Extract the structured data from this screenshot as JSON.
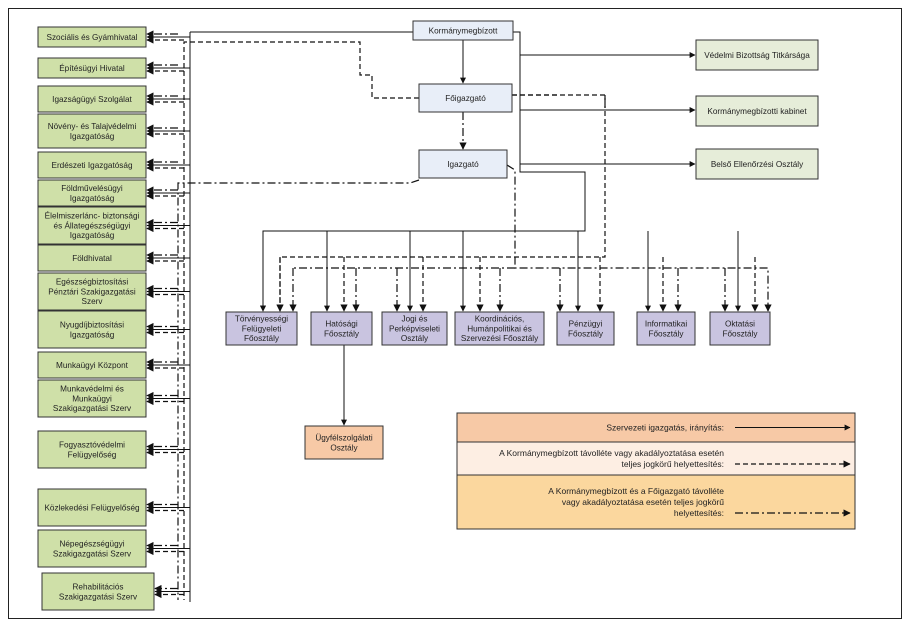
{
  "top": [
    {
      "id": "kormanymegbizott",
      "label": "Kormánymegbízott"
    },
    {
      "id": "foigazgato",
      "label": "Főigazgató"
    },
    {
      "id": "igazgato",
      "label": "Igazgató"
    }
  ],
  "right_units": [
    {
      "id": "vedelmi",
      "label": "Védelmi Bizottság Titkársága"
    },
    {
      "id": "kabinet",
      "label": "Kormánymegbízotti kabinet"
    },
    {
      "id": "ellenorzes",
      "label": "Belső Ellenőrzési Osztály"
    }
  ],
  "left_units": [
    {
      "id": "szocialis",
      "lines": [
        "Szociális és Gyámhivatal"
      ]
    },
    {
      "id": "epitesugyi",
      "lines": [
        "Építésügyi Hivatal"
      ]
    },
    {
      "id": "igazsagugyi",
      "lines": [
        "Igazságügyi Szolgálat"
      ]
    },
    {
      "id": "noveny",
      "lines": [
        "Növény- és Talajvédelmi",
        "Igazgatóság"
      ]
    },
    {
      "id": "erdeszeti",
      "lines": [
        "Erdészeti Igazgatóság"
      ]
    },
    {
      "id": "foldmuvelesugyi",
      "lines": [
        "Földművelésügyi",
        "Igazgatóság"
      ]
    },
    {
      "id": "elelmiszerlanc",
      "lines": [
        "Élelmiszerlánc- biztonsági",
        "és Állategészségügyi",
        "Igazgatóság"
      ]
    },
    {
      "id": "foldhivatal",
      "lines": [
        "Földhivatal"
      ]
    },
    {
      "id": "egeszsegbiztositasi",
      "lines": [
        "Egészségbiztosítási",
        "Pénztári Szakigazgatási",
        "Szerv"
      ]
    },
    {
      "id": "nyugdijbiztositasi",
      "lines": [
        "Nyugdíjbiztosítási",
        "Igazgatóság"
      ]
    },
    {
      "id": "munkaugyi",
      "lines": [
        "Munkaügyi Központ"
      ]
    },
    {
      "id": "munkavedelmi",
      "lines": [
        "Munkavédelmi és",
        "Munkaügyi",
        "Szakigazgatási Szerv"
      ]
    },
    {
      "id": "fogyasztovedelmi",
      "lines": [
        "Fogyasztóvédelmi",
        "Felügyelőség"
      ]
    },
    {
      "id": "kozlekedesi",
      "lines": [
        "Közlekedési Felügyelőség"
      ]
    },
    {
      "id": "nepegeszsegugyi",
      "lines": [
        "Népegészségügyi",
        "Szakigazgatási Szerv"
      ]
    },
    {
      "id": "rehabilitacios",
      "lines": [
        "Rehabilitációs",
        "Szakigazgatási Szerv"
      ]
    }
  ],
  "departments": [
    {
      "id": "torvenyessegi",
      "lines": [
        "Törvényességi",
        "Felügyeleti",
        "Főosztály"
      ]
    },
    {
      "id": "hatosagi",
      "lines": [
        "Hatósági",
        "Főosztály"
      ]
    },
    {
      "id": "jogi",
      "lines": [
        "Jogi és",
        "Perképviseleti",
        "Osztály"
      ]
    },
    {
      "id": "koordinacios",
      "lines": [
        "Koordinációs,",
        "Humánpolitikai és",
        "Szervezési Főosztály"
      ]
    },
    {
      "id": "penzugyi",
      "lines": [
        "Pénzügyi",
        "Főosztály"
      ]
    },
    {
      "id": "informatikai",
      "lines": [
        "Informatikai",
        "Főosztály"
      ]
    },
    {
      "id": "oktatasi",
      "lines": [
        "Oktatási",
        "Főosztály"
      ]
    }
  ],
  "sub_unit": {
    "id": "ugyfelszolgalati",
    "lines": [
      "Ügyfélszolgálati",
      "Osztály"
    ]
  },
  "legend": [
    {
      "style": "solid",
      "lines": [
        "Szervezeti igazgatás, irányítás:"
      ]
    },
    {
      "style": "dashed",
      "lines": [
        "A Kormánymegbízott távolléte vagy akadályoztatása esetén",
        "teljes jogkörű helyettesítés:"
      ]
    },
    {
      "style": "dashdot",
      "lines": [
        "A Kormánymegbízott és a Főigazgató távolléte",
        "vagy akadályoztatása esetén teljes jogkörű",
        "helyettesítés:"
      ]
    }
  ],
  "colors": {
    "left_unit": "#cfe0a8",
    "right_unit": "#e6edd9",
    "top_unit": "#e8eef8",
    "department": "#c9c4e0",
    "sub_unit": "#f7c9a6",
    "legend_1": "#f7c9a6",
    "legend_2": "#fdeee3",
    "legend_3": "#fbd79e"
  }
}
